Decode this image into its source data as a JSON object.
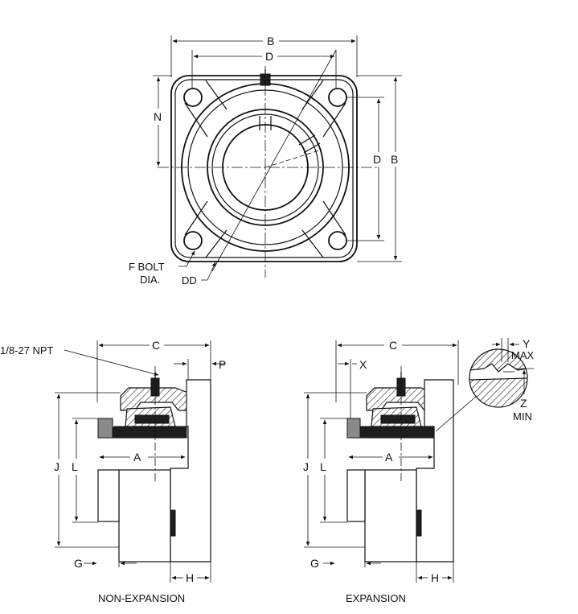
{
  "top_view": {
    "dim_B_width": "B",
    "dim_D_width": "D",
    "dim_N": "N",
    "dim_D_height": "D",
    "dim_B_height": "B",
    "bolt_label_line1": "F BOLT",
    "bolt_label_line2": "DIA.",
    "dd_label": "DD"
  },
  "non_expansion": {
    "npt_label": "1/8-27 NPT",
    "dim_C": "C",
    "dim_P": "P",
    "dim_J": "J",
    "dim_L": "L",
    "dim_A": "A",
    "dim_G": "G",
    "dim_H": "H",
    "caption": "NON-EXPANSION"
  },
  "expansion": {
    "dim_C": "C",
    "dim_X": "X",
    "dim_J": "J",
    "dim_L": "L",
    "dim_A": "A",
    "dim_G": "G",
    "dim_H": "H",
    "y_label": "Y",
    "y_sub": "MAX",
    "z_label": "Z",
    "z_sub": "MIN",
    "caption": "EXPANSION"
  }
}
